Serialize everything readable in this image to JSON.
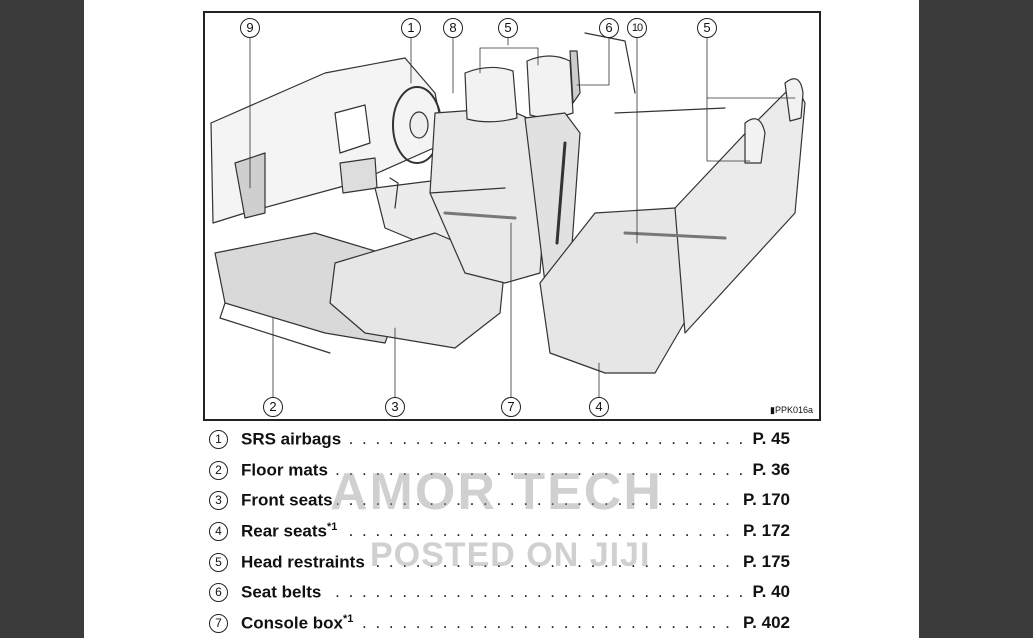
{
  "figure": {
    "code": "PPK016a",
    "callouts": {
      "c9": "9",
      "c1": "1",
      "c8": "8",
      "c5a": "5",
      "c6": "6",
      "c10": "10",
      "c5b": "5",
      "c2": "2",
      "c3": "3",
      "c7": "7",
      "c4": "4"
    }
  },
  "index": [
    {
      "num": "1",
      "label": "SRS airbags",
      "sup": "",
      "page": "P. 45"
    },
    {
      "num": "2",
      "label": "Floor mats",
      "sup": "",
      "page": "P. 36"
    },
    {
      "num": "3",
      "label": "Front seats",
      "sup": "",
      "page": "P. 170"
    },
    {
      "num": "4",
      "label": "Rear seats",
      "sup": "*1",
      "page": "P. 172"
    },
    {
      "num": "5",
      "label": "Head restraints",
      "sup": "",
      "page": "P. 175"
    },
    {
      "num": "6",
      "label": "Seat belts",
      "sup": "",
      "page": "P. 40"
    },
    {
      "num": "7",
      "label": "Console box",
      "sup": "*1",
      "page": "P. 402"
    }
  ],
  "watermark": {
    "line1": "AMOR TECH",
    "line2": "POSTED ON JIJI"
  }
}
